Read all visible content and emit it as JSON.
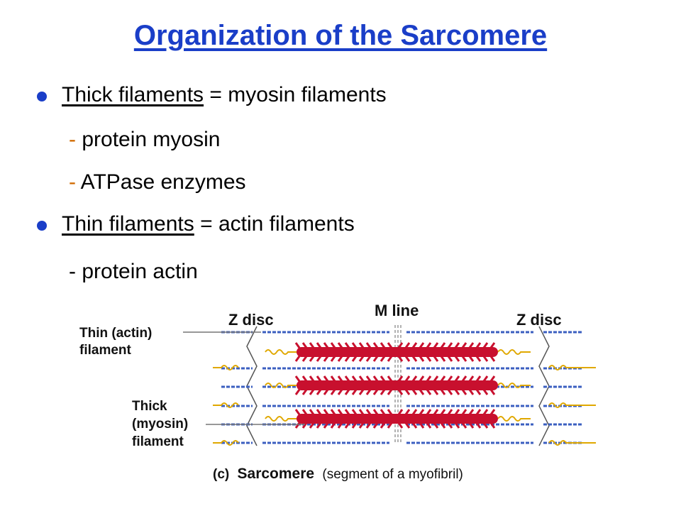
{
  "slide": {
    "title": "Organization of the Sarcomere",
    "bullets": [
      {
        "term": "Thick filaments",
        "rest": " = myosin filaments",
        "subs": [
          {
            "dash": "-",
            "text": " protein myosin"
          },
          {
            "dash": "-",
            "text": " ATPase enzymes"
          }
        ]
      },
      {
        "term": "Thin filaments",
        "rest": " = actin filaments",
        "subs": [
          {
            "dash": "-",
            "text": " protein actin"
          }
        ]
      }
    ]
  },
  "figure": {
    "labels": {
      "z_disc_left": "Z disc",
      "m_line": "M line",
      "z_disc_right": "Z disc",
      "thin_1": "Thin (actin)",
      "thin_2": "filament",
      "thick_1": "Thick",
      "thick_2": "(myosin)",
      "thick_3": "filament"
    },
    "caption": {
      "prefix": "(c)",
      "bold": "Sarcomere",
      "rest": "(segment of a myofibril)"
    },
    "colors": {
      "thick": "#c8102e",
      "thin": "#3b5fc0",
      "titin": "#e0a800",
      "lines": "#777777"
    }
  }
}
